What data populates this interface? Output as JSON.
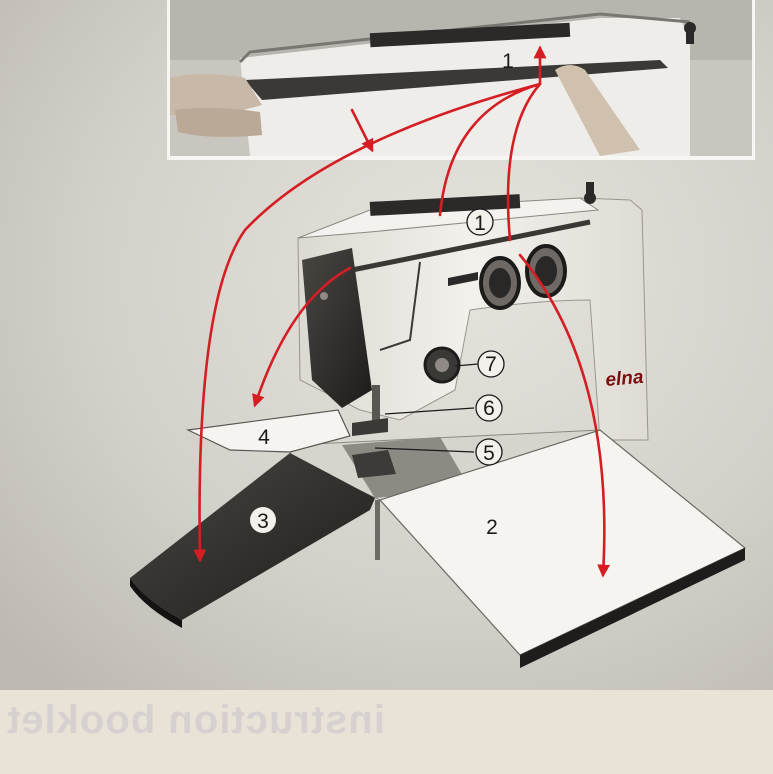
{
  "callouts": {
    "inset_1": "1",
    "main_1": "1",
    "label_2": "2",
    "label_3": "3",
    "label_4": "4",
    "label_5": "5",
    "label_6": "6",
    "label_7": "7"
  },
  "brand": "elna",
  "bleed_through_text": "instruction booklet",
  "colors": {
    "arrow": "#d41e24",
    "photo_bg": "#d4d1cb",
    "machine_body": "#efece6",
    "dark_panel": "#2f2c29"
  }
}
